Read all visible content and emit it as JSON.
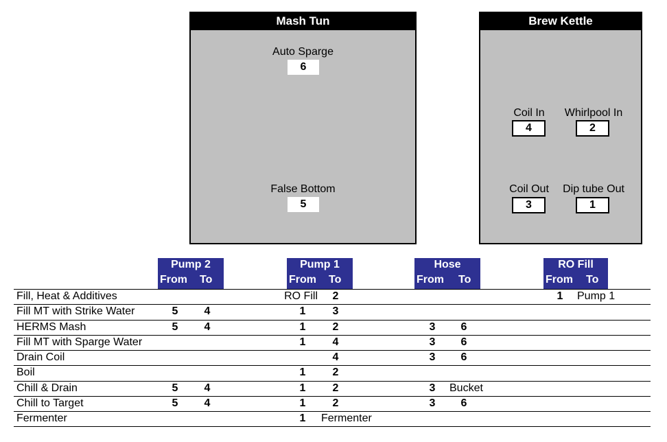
{
  "mash_tun": {
    "title": "Mash Tun",
    "auto_sparge": {
      "label": "Auto Sparge",
      "port": "6"
    },
    "false_bottom": {
      "label": "False Bottom",
      "port": "5"
    }
  },
  "brew_kettle": {
    "title": "Brew Kettle",
    "coil_in": {
      "label": "Coil In",
      "port": "4"
    },
    "whirlpool_in": {
      "label": "Whirlpool In",
      "port": "2"
    },
    "coil_out": {
      "label": "Coil Out",
      "port": "3"
    },
    "dip_tube_out": {
      "label": "Dip tube Out",
      "port": "1"
    }
  },
  "groups": {
    "pump2": {
      "name": "Pump 2",
      "from": "From",
      "to": "To"
    },
    "pump1": {
      "name": "Pump 1",
      "from": "From",
      "to": "To"
    },
    "hose": {
      "name": "Hose",
      "from": "From",
      "to": "To"
    },
    "ro_fill": {
      "name": "RO Fill",
      "from": "From",
      "to": "To"
    }
  },
  "steps": [
    {
      "name": "Fill, Heat & Additives",
      "p2_from": "",
      "p2_to": "",
      "p1_from": "RO Fill",
      "p1_to": "2",
      "hose_from": "",
      "hose_to": "",
      "ro_from": "1",
      "ro_to": "Pump 1"
    },
    {
      "name": "Fill MT with Strike Water",
      "p2_from": "5",
      "p2_to": "4",
      "p1_from": "1",
      "p1_to": "3",
      "hose_from": "",
      "hose_to": "",
      "ro_from": "",
      "ro_to": ""
    },
    {
      "name": "HERMS Mash",
      "p2_from": "5",
      "p2_to": "4",
      "p1_from": "1",
      "p1_to": "2",
      "hose_from": "3",
      "hose_to": "6",
      "ro_from": "",
      "ro_to": ""
    },
    {
      "name": "Fill MT with Sparge Water",
      "p2_from": "",
      "p2_to": "",
      "p1_from": "1",
      "p1_to": "4",
      "hose_from": "3",
      "hose_to": "6",
      "ro_from": "",
      "ro_to": ""
    },
    {
      "name": "Drain Coil",
      "p2_from": "",
      "p2_to": "",
      "p1_from": "",
      "p1_to": "4",
      "hose_from": "3",
      "hose_to": "6",
      "ro_from": "",
      "ro_to": ""
    },
    {
      "name": "Boil",
      "p2_from": "",
      "p2_to": "",
      "p1_from": "1",
      "p1_to": "2",
      "hose_from": "",
      "hose_to": "",
      "ro_from": "",
      "ro_to": ""
    },
    {
      "name": "Chill & Drain",
      "p2_from": "5",
      "p2_to": "4",
      "p1_from": "1",
      "p1_to": "2",
      "hose_from": "3",
      "hose_to": "Bucket",
      "ro_from": "",
      "ro_to": ""
    },
    {
      "name": "Chill to Target",
      "p2_from": "5",
      "p2_to": "4",
      "p1_from": "1",
      "p1_to": "2",
      "hose_from": "3",
      "hose_to": "6",
      "ro_from": "",
      "ro_to": ""
    },
    {
      "name": "Fermenter",
      "p2_from": "",
      "p2_to": "",
      "p1_from": "1",
      "p1_to": "Fermenter",
      "hose_from": "",
      "hose_to": "",
      "ro_from": "",
      "ro_to": ""
    }
  ]
}
